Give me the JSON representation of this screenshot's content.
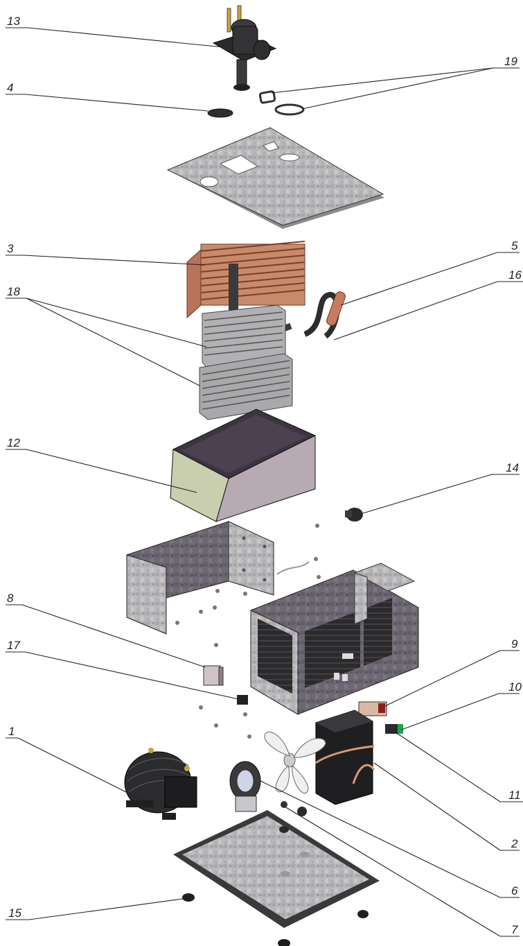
{
  "diagram": {
    "type": "exploded-assembly-drawing",
    "callouts": [
      {
        "id": "c13",
        "label": "13"
      },
      {
        "id": "c19",
        "label": "19"
      },
      {
        "id": "c4",
        "label": "4"
      },
      {
        "id": "c3",
        "label": "3"
      },
      {
        "id": "c5",
        "label": "5"
      },
      {
        "id": "c16",
        "label": "16"
      },
      {
        "id": "c18",
        "label": "18"
      },
      {
        "id": "c12",
        "label": "12"
      },
      {
        "id": "c14",
        "label": "14"
      },
      {
        "id": "c8",
        "label": "8"
      },
      {
        "id": "c9",
        "label": "9"
      },
      {
        "id": "c17",
        "label": "17"
      },
      {
        "id": "c10",
        "label": "10"
      },
      {
        "id": "c1",
        "label": "1"
      },
      {
        "id": "c11",
        "label": "11"
      },
      {
        "id": "c2",
        "label": "2"
      },
      {
        "id": "c15",
        "label": "15"
      },
      {
        "id": "c6",
        "label": "6"
      },
      {
        "id": "c7",
        "label": "7"
      }
    ]
  }
}
